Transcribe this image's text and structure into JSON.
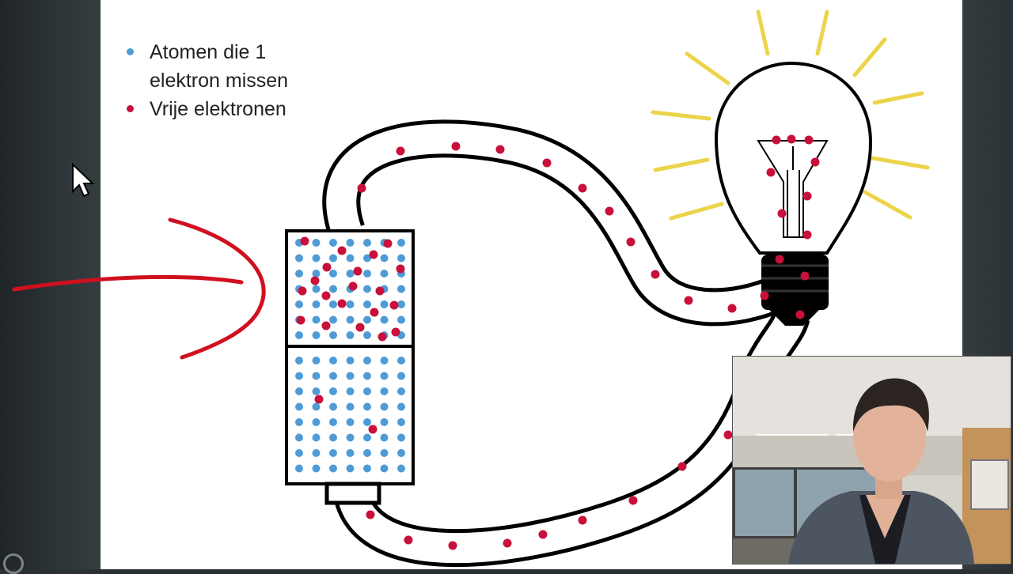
{
  "legend": {
    "items": [
      {
        "label": "Atomen die 1\nelektron missen",
        "color": "#4f9bd6"
      },
      {
        "label": "Vrije elektronen",
        "color": "#c8103a"
      }
    ]
  },
  "colors": {
    "atom_blue": "#4f9bd6",
    "electron_red": "#c8103a",
    "annotation_red": "#d0101f",
    "ray_yellow": "#ecd44a",
    "wire_black": "#000000"
  },
  "icons": {
    "cursor": "mouse-pointer-icon",
    "bulb": "light-bulb-icon",
    "battery": "battery-icon",
    "annotation": "hand-drawn-arrow"
  },
  "webcam": {
    "subject": "presenter-webcam-feed"
  }
}
